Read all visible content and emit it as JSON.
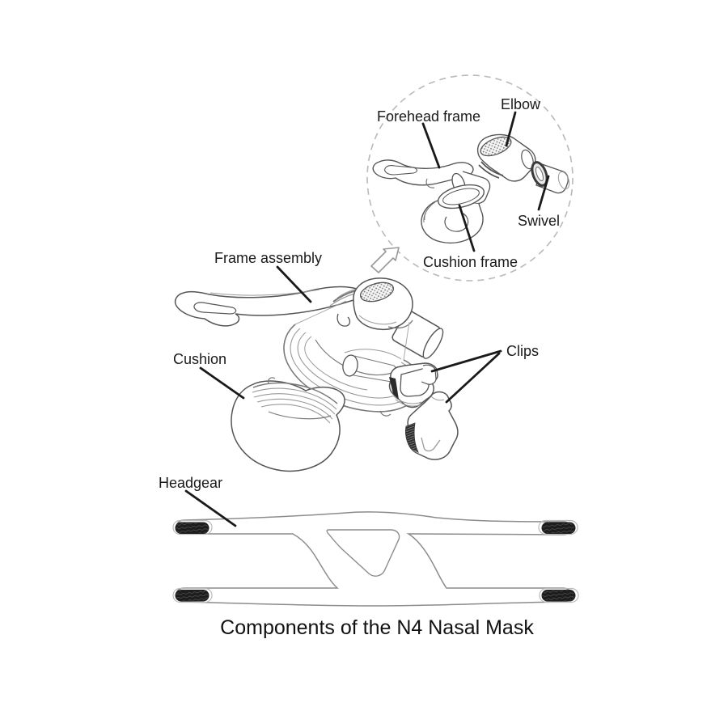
{
  "diagram": {
    "caption": "Components of the N4 Nasal Mask",
    "labels": {
      "forehead_frame": "Forehead frame",
      "elbow": "Elbow",
      "swivel": "Swivel",
      "cushion_frame": "Cushion frame",
      "frame_assembly": "Frame assembly",
      "cushion": "Cushion",
      "clips": "Clips",
      "headgear": "Headgear"
    },
    "colors": {
      "background": "#ffffff",
      "line_art": "#555555",
      "label_text": "#1a1a1a",
      "dashed_circle": "#b9b9b9",
      "headgear_tab": "#1c1c1c"
    }
  }
}
